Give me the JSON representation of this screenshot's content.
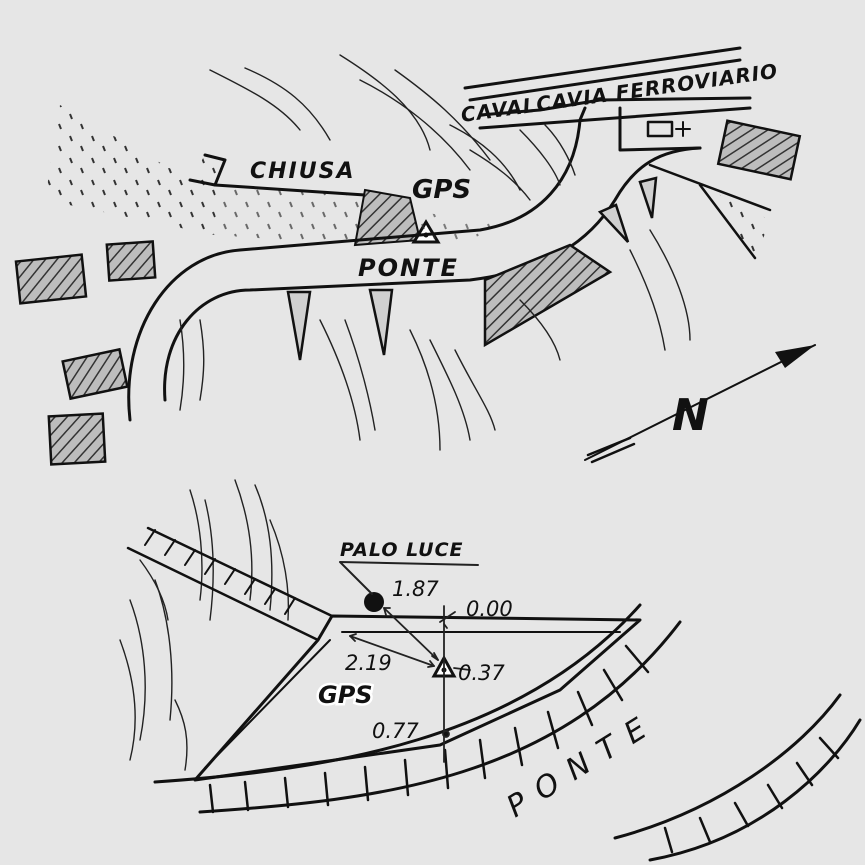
{
  "top_map": {
    "railway_label": "CAVALCAVIA FERROVIARIO",
    "weir_label": "CHIUSA",
    "gps_label": "GPS",
    "bridge_label": "PONTE",
    "north_label": "N"
  },
  "detail_map": {
    "pole_label": "PALO LUCE",
    "gps_label": "GPS",
    "bridge_label": "PONTE",
    "distance_pole": "1.87",
    "distance_top": "0.00",
    "distance_left": "2.19",
    "distance_right": "0.37",
    "distance_bottom": "0.77"
  },
  "colors": {
    "ink": "#111111",
    "paper": "#e6e6e6",
    "hatch": "#555555"
  }
}
